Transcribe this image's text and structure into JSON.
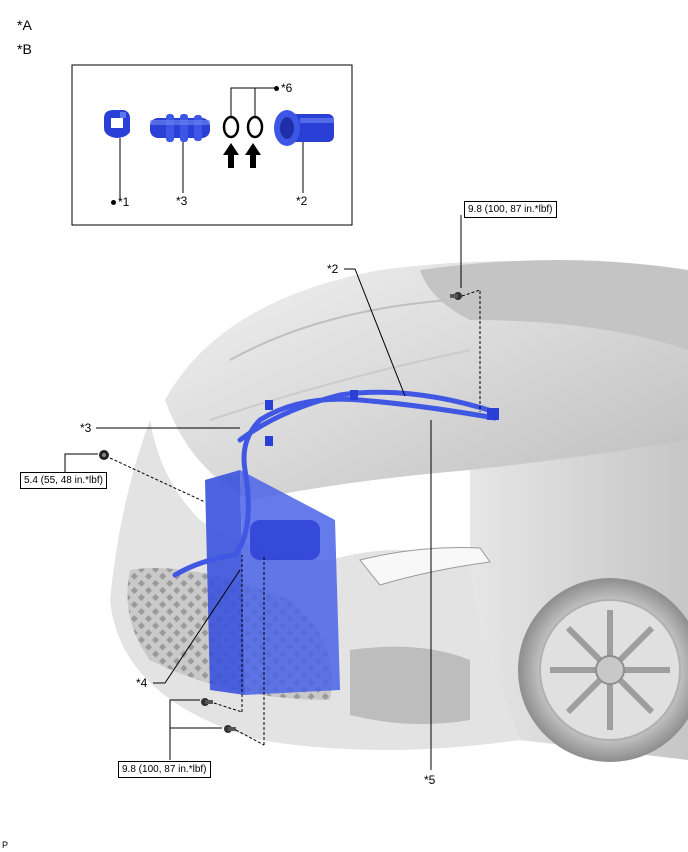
{
  "view_labels": {
    "a": "*A",
    "b": "*B"
  },
  "callouts": {
    "c1": "*1",
    "c2_detail": "*2",
    "c3_detail": "*3",
    "c6": "*6",
    "c2_main": "*2",
    "c3_main": "*3",
    "c4": "*4",
    "c5": "*5"
  },
  "torque": {
    "top_right": "9.8 (100, 87 in.*lbf)",
    "left": "5.4 (55, 48 in.*lbf)",
    "bottom": "9.8 (100, 87 in.*lbf)"
  },
  "footer_code": "P",
  "colors": {
    "part_blue": "#2a3fd6",
    "part_blue_light": "#5c78f0",
    "car_gray": "#d8d8d8"
  }
}
